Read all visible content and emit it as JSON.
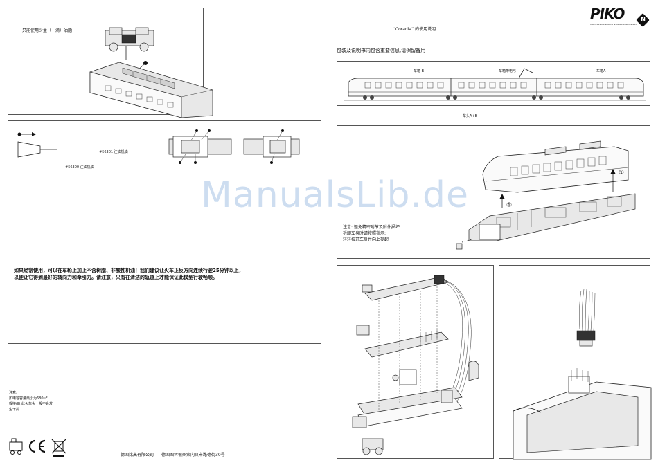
{
  "brand": {
    "logo_text": "PIKO",
    "logo_sub": "MODELLEISENBAHN & SPIELWARENWELT",
    "scale_badge": "N"
  },
  "header": {
    "title": "“Coradia” 的使用说明",
    "subtitle": "包装及说明书内包含重要信息,请保留备用"
  },
  "panel_oil": {
    "label": "只能使用少量（一滴）油脂"
  },
  "panel_tools": {
    "label_a": "#56301 注油机油",
    "label_b": "#56300 注油机油",
    "maintenance_text_1": "如果经常使用，可以在车轮上加上不含树脂、非酸性机油！我们建议让火车正反方向连续行驶25分钟以上，",
    "maintenance_text_2": "以便让它得到最好的转向力和牵引力。请注意，只有在清洁的轨道上才能保证此模型行驶畅顺。"
  },
  "train_overview": {
    "label_left": "车箱 B",
    "label_mid": "车箱带电弓",
    "label_right": "车箱A",
    "caption": "车头A+B"
  },
  "disassembly": {
    "step_marker": "①",
    "note_1": "注意: 避免精密附节及附件损坏,",
    "note_2": "拆卸车身时请按照指示:",
    "note_3": "轻轻拉开车身并向上提起"
  },
  "footnote": {
    "line_1": "注意:",
    "line_2": "如电容容量最小为680uF",
    "line_3": "銲接(Ⅱ),此火车头一般不会发",
    "line_4": "生干扰."
  },
  "footer": {
    "company": "德国比高有限公司",
    "address": "德国图林根州索内贝市路德街30号"
  },
  "watermark": "ManualsLib.de"
}
